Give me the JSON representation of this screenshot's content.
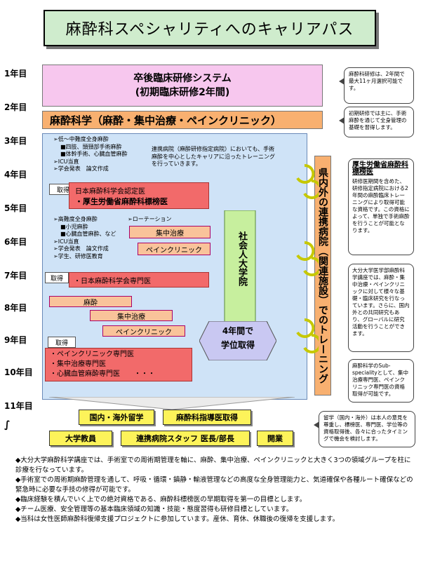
{
  "title": "麻酔科スペシャリティへのキャリアパス",
  "years": [
    "1年目",
    "2年目",
    "3年目",
    "4年目",
    "5年目",
    "6年目",
    "7年目",
    "8年目",
    "9年目",
    "10年目",
    "11年目",
    "∫"
  ],
  "pink": {
    "line1": "卒後臨床研修システム",
    "line2": "(初期臨床研修2年間)"
  },
  "orange_bar": "麻酔科学（麻酔・集中治療・ペインクリニック）",
  "notes": {
    "n1": "麻酔科研修は、2年間で最大11ヶ月選択可能です。",
    "n2": "初期研修では主に、手術麻酔を通じて全身管理の基礎を習得します。",
    "n3": "留学（国内・海外）は本人の意見を尊重し、標榜医、専門医、学位等の資格取得後、各々に合ったタイミングで機会を検討します。"
  },
  "blue": {
    "list1": [
      "➢低～中難度全身麻酔",
      "■四肢、頭頸部手術麻酔",
      "■体幹手術、心臓血管麻酔",
      "➢ICU当直",
      "➢学会発表　論文作成"
    ],
    "right_text": "連携病院（麻酔研修指定病院）においても、手術麻酔を中心としたキャリアに沿ったトレーニングを行っていきます。",
    "get1": "取得",
    "red1a": "日本麻酔科学会認定医",
    "red1b": "・厚生労働省麻酔科標榜医",
    "list2": [
      "➢高難度全身麻酔",
      "■小児麻酔",
      "■心臓血管麻酔、など",
      "➢ICU当直",
      "➢学会発表　論文作成",
      "➢学生、研修医教育"
    ],
    "rotation": "➢ローテーション",
    "rot1": "集中治療",
    "rot2": "ペインクリニック",
    "get2": "取得",
    "red2": "・日本麻酔科学会専門医",
    "s1": "麻酔",
    "s2": "集中治療",
    "s3": "ペインクリニック",
    "get3": "取得",
    "red3": [
      "・ペインクリニック専門医",
      "・集中治療専門医",
      "・心臓血管麻酔専門医　　・・・"
    ]
  },
  "grad": {
    "label": "社会人大学院",
    "hex": "4年間で\n学位取得"
  },
  "orange_col": "県内外の連携病院（関連施設）でのトレーニング",
  "side": {
    "h1": "厚生労働省麻酔科標榜医",
    "t1": "研修医期間を含めた、研修指定病院における2年間の麻酔臨床トレーニングにより取得可能な資格です。この資格によって、単独で手術麻酔を行うことが可能となります。",
    "t2": "大分大学医学部麻酔科学講座では、麻酔・集中治療・ペインクリニックに対して様々な基礎・臨床研究を行なっています。さらに、国内外との共同研究もあり、グローバルに研究活動を行うことができます。",
    "t3": "麻酔科学のSub-specialityとして、集中治療専門医、ペインクリニック専門医の資格取得が可能です。"
  },
  "bottom": [
    "国内・海外留学",
    "麻酔科指導医取得",
    "大学教員",
    "連携病院スタッフ 医長/部長",
    "開業"
  ],
  "bullets": [
    "◆大分大学麻酔科学講座では、手術室での周術期管理を軸に、麻酔、集中治療、ペインクリニックと大きく3つの領域グループを柱に診療を行なっています。",
    "◆手術室での周術期麻酔管理を通して、呼吸・循環・鎮静・輸液管理などの高度な全身管理能力と、気道確保や各種ルート確保などの緊急時に必要な手技の修得が可能です。",
    "◆臨床経験を積んでいく上での絶対資格である、麻酔科標榜医の早期取得を第一の目標とします。",
    "◆チーム医療、安全管理等の基本臨床領域の知識・技能・態度習得も研修目標としています。",
    "◆当科は女性医師麻酔科復帰支援プロジェクトに参加しています。産休、育休、休職後の復帰を支援します。"
  ]
}
